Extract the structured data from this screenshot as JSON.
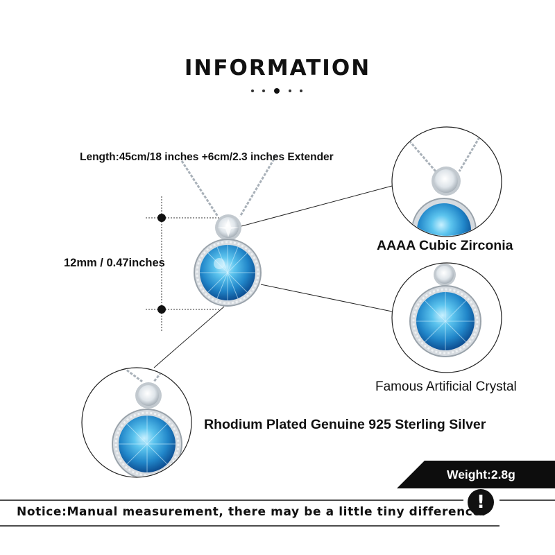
{
  "header": {
    "title": "INFORMATION"
  },
  "labels": {
    "length": "Length:45cm/18 inches +6cm/2.3 inches Extender",
    "pendant_size": "12mm / 0.47inches",
    "cubic_zirconia": "AAAA Cubic Zirconia",
    "crystal": "Famous Artificial Crystal",
    "silver": "Rhodium Plated Genuine 925 Sterling Silver"
  },
  "weight": {
    "label": "Weight:2.8g"
  },
  "notice": {
    "text": "Notice:Manual measurement, there may be a little tiny difference.",
    "icon": "exclamation-icon",
    "icon_glyph": "!"
  },
  "colors": {
    "crystal_blue": "#2f9fd8",
    "crystal_light": "#9fe0f7",
    "crystal_dark": "#0d4f93",
    "silver": "#c9cfd5",
    "ink": "#111111"
  }
}
